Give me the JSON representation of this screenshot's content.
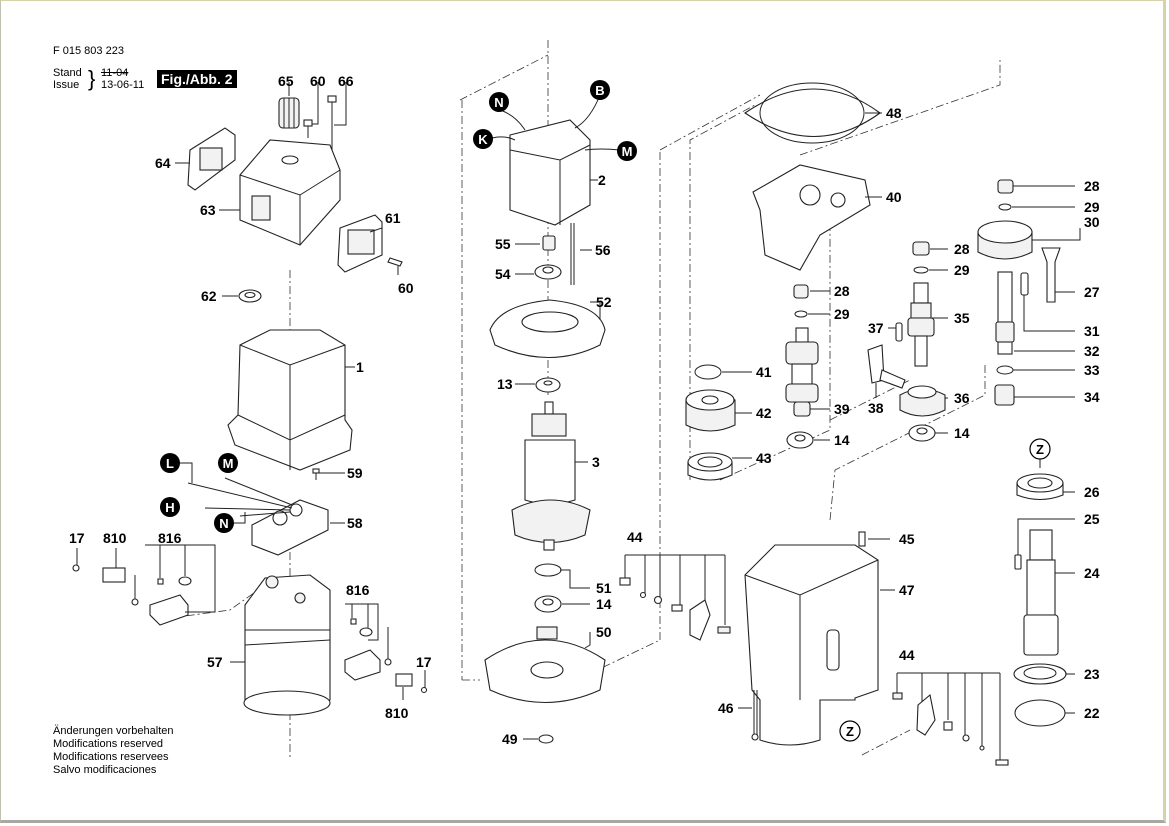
{
  "header": {
    "document_number": "F 015 803 223",
    "stand_label": "Stand",
    "issue_label": "Issue",
    "stand_date_struck": "11-04",
    "issue_date": "13-06-11",
    "figure_label": "Fig./Abb. 2"
  },
  "footer_notes": [
    "Änderungen vorbehalten",
    "Modifications reserved",
    "Modifications reservees",
    "Salvo modificaciones"
  ],
  "part_labels": {
    "p65": "65",
    "p60a": "60",
    "p66": "66",
    "p64": "64",
    "p63": "63",
    "p61": "61",
    "p60b": "60",
    "p62": "62",
    "p1": "1",
    "p59": "59",
    "p58": "58",
    "p17a": "17",
    "p810a": "810",
    "p816a": "816",
    "p57": "57",
    "p816b": "816",
    "p17b": "17",
    "p810b": "810",
    "p2": "2",
    "p55": "55",
    "p56": "56",
    "p54": "54",
    "p52": "52",
    "p13": "13",
    "p3": "3",
    "p51": "51",
    "p14a": "14",
    "p50": "50",
    "p49": "49",
    "p44a": "44",
    "p46": "46",
    "p48": "48",
    "p40": "40",
    "p28a": "28",
    "p29a": "29",
    "p41": "41",
    "p42": "42",
    "p39": "39",
    "p14b": "14",
    "p43": "43",
    "p37": "37",
    "p38": "38",
    "p35": "35",
    "p28b": "28",
    "p29b": "29",
    "p36": "36",
    "p14c": "14",
    "p28c": "28",
    "p29c": "29",
    "p30": "30",
    "p27": "27",
    "p31": "31",
    "p32": "32",
    "p33": "33",
    "p34": "34",
    "p26": "26",
    "p25": "25",
    "p24": "24",
    "p23": "23",
    "p22": "22",
    "p45": "45",
    "p47": "47",
    "p44b": "44"
  },
  "wire_markers": {
    "N_top": "N",
    "B": "B",
    "K": "K",
    "M_top": "M",
    "L": "L",
    "M_bottom": "M",
    "H": "H",
    "N_bottom": "N"
  },
  "reference_markers": {
    "Z_top": "Z",
    "Z_bottom": "Z"
  }
}
